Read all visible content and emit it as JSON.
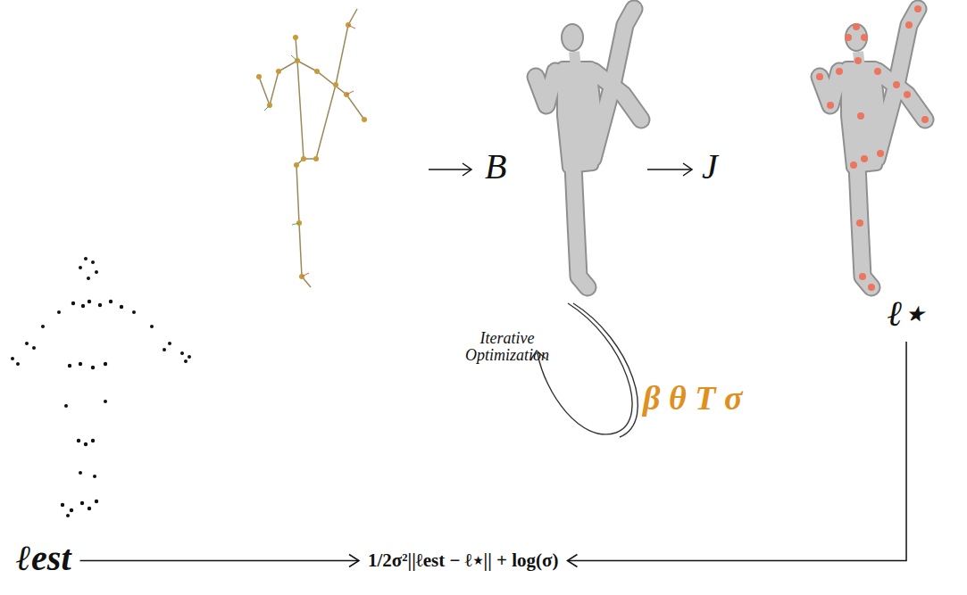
{
  "diagram": {
    "nodes": [
      {
        "text": [
          "ℓest"
        ]
      },
      {
        "text": [
          "1/2σ²||ℓest − ℓ⋆|| + log(σ)"
        ]
      },
      {
        "text": [
          "ℓ⋆"
        ]
      }
    ],
    "edges": [
      {
        "from": 0,
        "to": 1,
        "arrow": "to"
      },
      {
        "from": 2,
        "to": 1,
        "arrow": "to"
      }
    ],
    "labels": [
      "B",
      "J",
      "Iterative Optimization",
      "β θ T σ"
    ]
  }
}
